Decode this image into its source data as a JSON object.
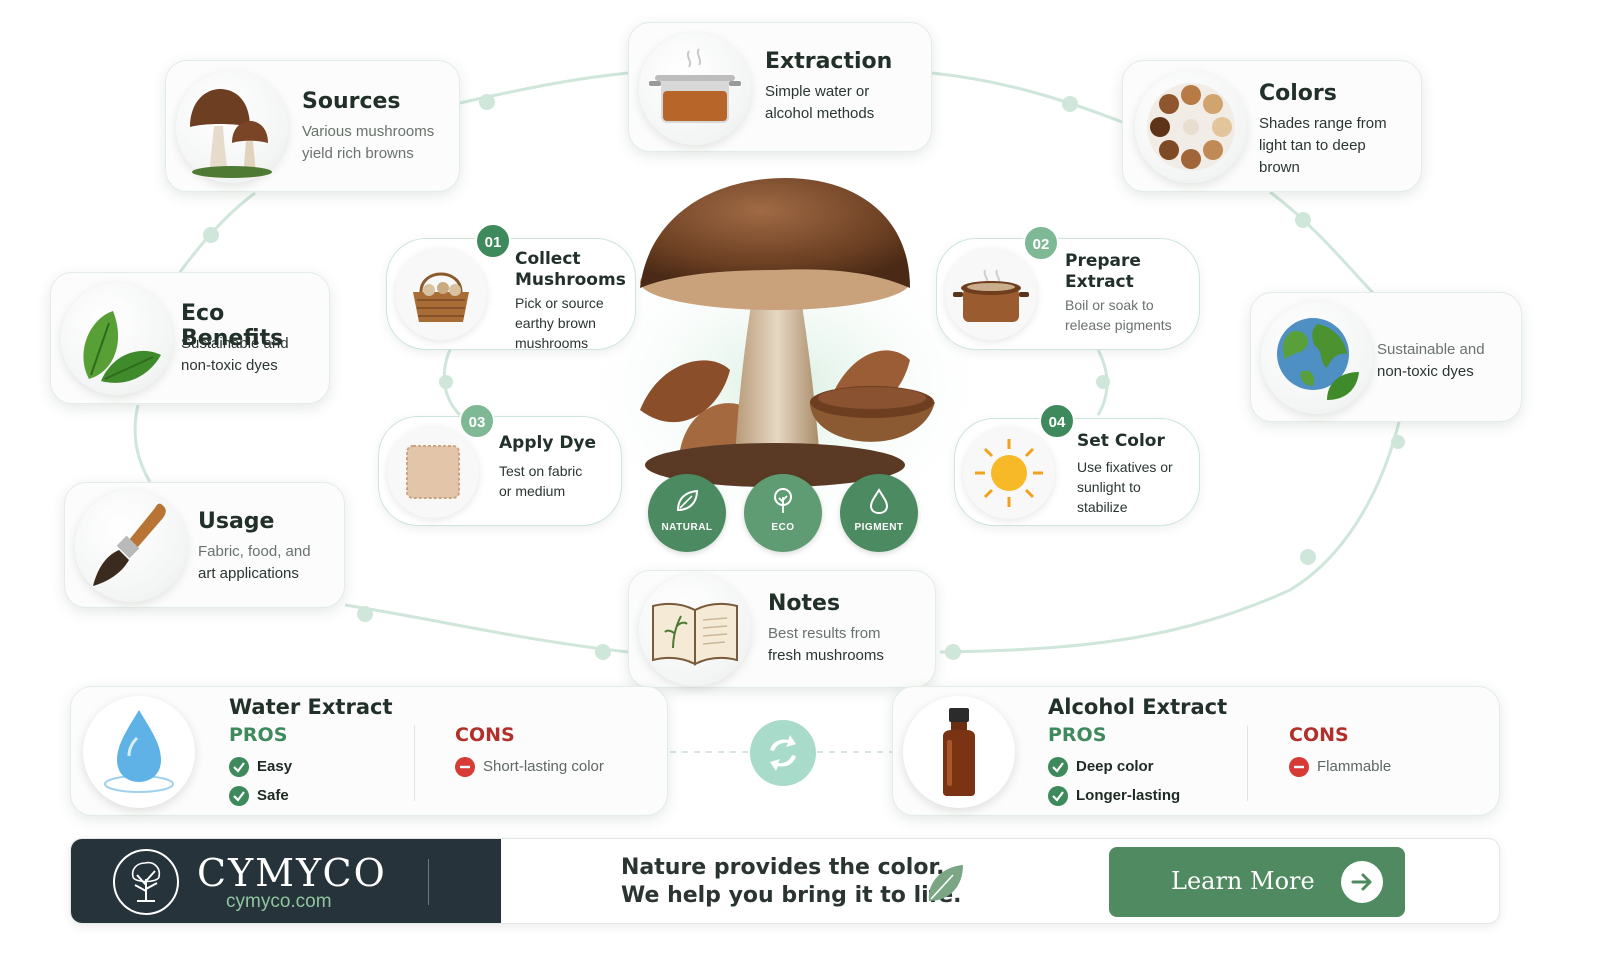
{
  "cards": {
    "sources": {
      "title": "Sources",
      "desc": [
        "Various mushrooms",
        "yield rich browns"
      ]
    },
    "extraction": {
      "title": "Extraction",
      "desc": [
        "Simple water or",
        "alcohol methods"
      ]
    },
    "colors": {
      "title": "Colors",
      "desc": [
        "Shades range from",
        "light tan to deep",
        "brown"
      ]
    },
    "eco_benefits": {
      "title": "Eco Benefits",
      "desc": [
        "Sustainable and",
        "non-toxic dyes"
      ]
    },
    "sustainable": {
      "desc": [
        "Sustainable and",
        "non-toxic dyes"
      ]
    },
    "usage": {
      "title": "Usage",
      "desc": [
        "Fabric, food, and",
        "art applications"
      ]
    },
    "notes": {
      "title": "Notes",
      "desc": [
        "Best results from",
        "fresh mushrooms"
      ]
    }
  },
  "steps": [
    {
      "num": "01",
      "title": [
        "Collect",
        "Mushrooms"
      ],
      "desc": [
        "Pick or source",
        "earthy brown",
        "mushrooms"
      ]
    },
    {
      "num": "02",
      "title": [
        "Prepare",
        "Extract"
      ],
      "desc": [
        "Boil or soak to",
        "release pigments"
      ]
    },
    {
      "num": "03",
      "title": [
        "Apply Dye"
      ],
      "desc": [
        "Test on fabric",
        "or medium"
      ]
    },
    {
      "num": "04",
      "title": [
        "Set Color"
      ],
      "desc": [
        "Use fixatives or",
        "sunlight to",
        "stabilize"
      ]
    }
  ],
  "pills": [
    "NATURAL",
    "ECO",
    "PIGMENT"
  ],
  "extracts": {
    "water": {
      "title": "Water Extract",
      "pros_label": "PROS",
      "cons_label": "CONS",
      "pros": [
        "Easy",
        "Safe"
      ],
      "cons": [
        "Short-lasting color"
      ]
    },
    "alcohol": {
      "title": "Alcohol Extract",
      "pros_label": "PROS",
      "cons_label": "CONS",
      "pros": [
        "Deep color",
        "Longer-lasting"
      ],
      "cons": [
        "Flammable"
      ]
    }
  },
  "footer": {
    "brand": "CYMYCO",
    "url": "cymyco.com",
    "tagline": [
      "Nature provides the color.",
      "We help you bring it to life."
    ],
    "cta": "Learn More"
  },
  "colors": {
    "accent_green": "#3f8a5c",
    "connector": "#cfe6db",
    "brand_dark": "#26333a",
    "cons_red": "#d63c35",
    "button_green": "#4f8a61"
  },
  "icons": {
    "sources": "mushroom-icon",
    "extraction": "cooking-pot-icon",
    "colors": "color-palette-icon",
    "eco_benefits": "leaf-icon",
    "sustainable": "globe-icon",
    "usage": "paintbrush-icon",
    "notes": "book-icon",
    "step1": "basket-icon",
    "step2": "pot-icon",
    "step3": "fabric-icon",
    "step4": "sun-icon",
    "water": "water-drop-icon",
    "alcohol": "bottle-icon",
    "swap": "swap-icon"
  }
}
